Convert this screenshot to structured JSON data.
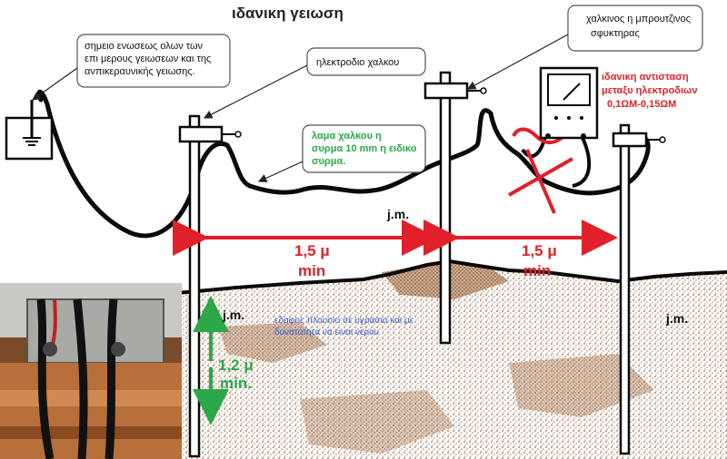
{
  "title": "ιδανικη γειωση",
  "callouts": {
    "bonding_point": {
      "line1": "σημειο ενωσεως ολων των",
      "line2": "επι μερους γειωσεων και της",
      "line3": "ανπικεραυνικής γειωσης."
    },
    "copper_electrode": {
      "line1": "ηλεκτροδιο χαλκου"
    },
    "copper_strip": {
      "line1": "λαμα χαλκου η",
      "line2": "συρμα 10 mm η ειδικο",
      "line3": "συρμα."
    },
    "clamp": {
      "line1": "χαλκινος η μπρουτζινος",
      "line2": "σφυκτηρας"
    }
  },
  "resistance_note": {
    "line1": "ιδανικη αντισταση",
    "line2": "μεταξυ ηλεκτροδιων",
    "line3": "0,1ΩΜ-0,15ΩΜ"
  },
  "spacing_labels": [
    {
      "value": "1,5 μ",
      "suffix": "min"
    },
    {
      "value": "1,5 μ",
      "suffix": "min"
    }
  ],
  "depth_label": {
    "value": "1,2 μ",
    "suffix": "min."
  },
  "jm_labels": [
    "j.m.",
    "j.m.",
    "j.m."
  ],
  "soil_note": {
    "line1": "εδαφος πλουσιο σε υγρασια και με",
    "line2": "δυνατοτητα να ειναι νερου"
  },
  "colors": {
    "red": "#e0202a",
    "green": "#2aa84a",
    "soil": "#9a6a4a",
    "cable": "#0a0a0a",
    "blue_note": "#3a5fd0"
  }
}
